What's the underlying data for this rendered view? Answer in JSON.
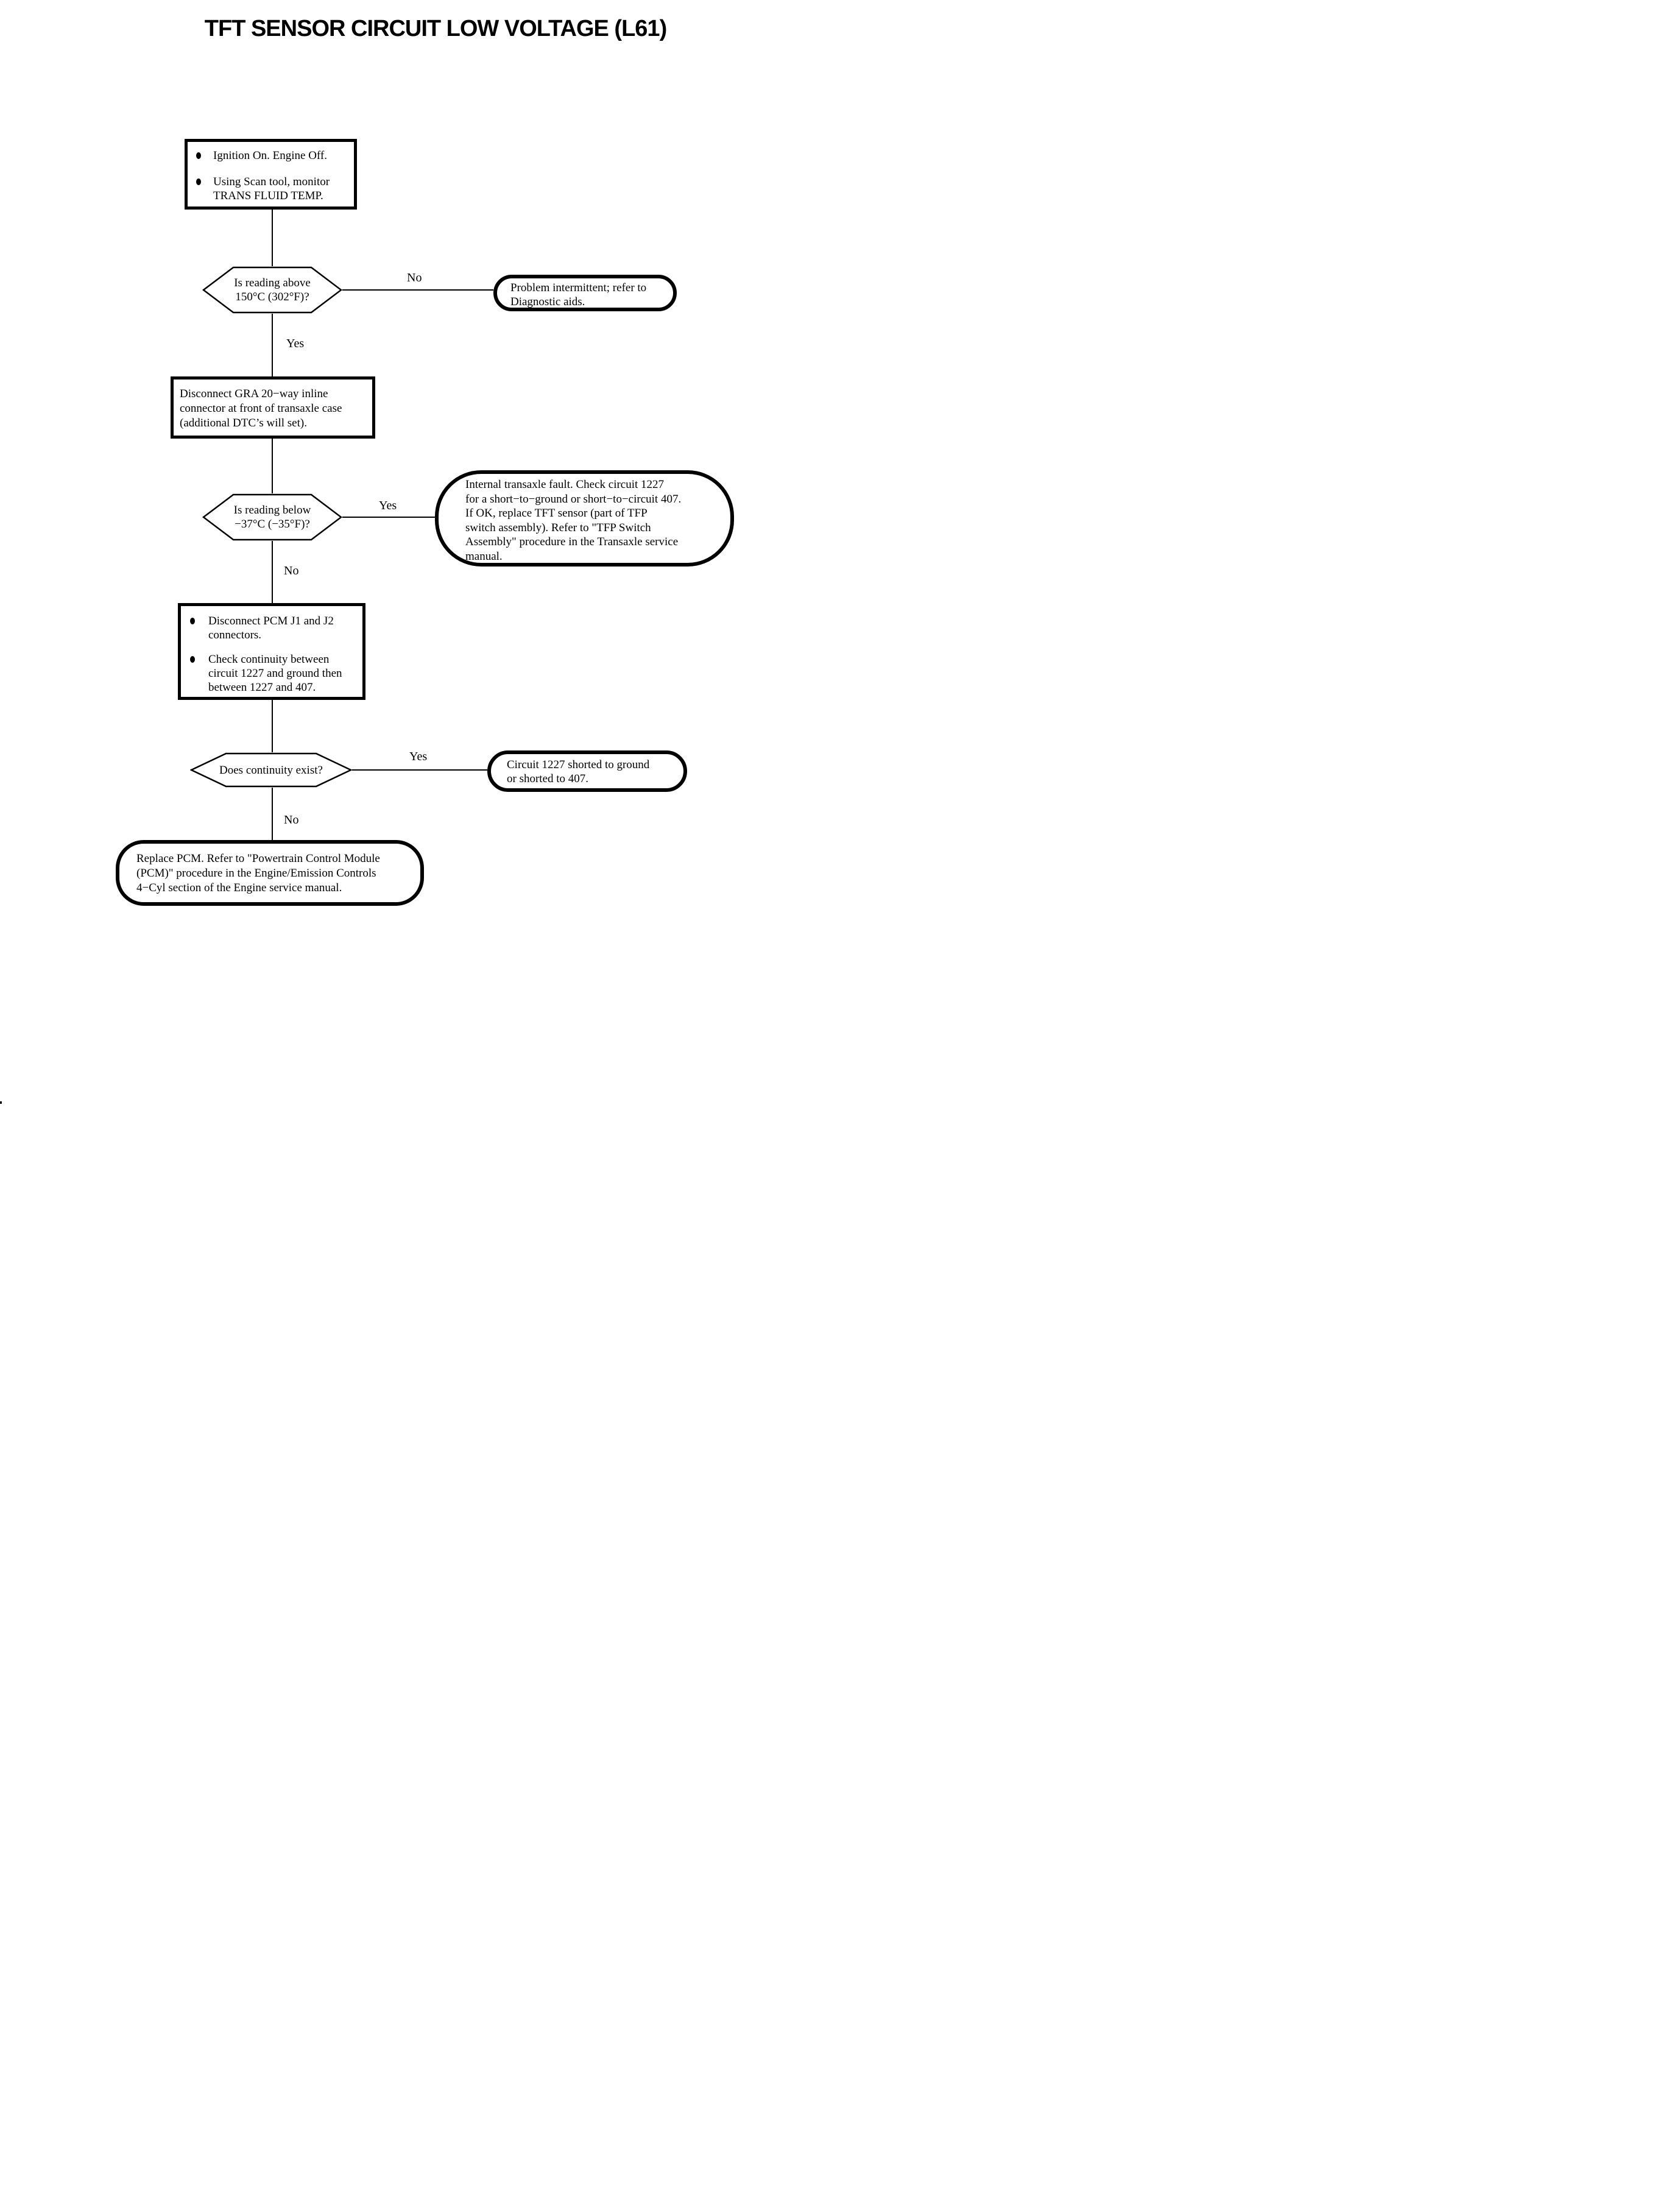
{
  "title": "TFT SENSOR CIRCUIT LOW VOLTAGE (L61)",
  "colors": {
    "ink": "#000000",
    "paper": "#ffffff"
  },
  "start_box": {
    "bullet1_line1": "Ignition On. Engine Off.",
    "bullet2_line1": "Using Scan tool, monitor",
    "bullet2_line2": "TRANS FLUID TEMP."
  },
  "decision1": {
    "line1": "Is reading above",
    "line2": "150°C (302°F)?"
  },
  "result_intermittent": {
    "line1": "Problem intermittent; refer to",
    "line2": "Diagnostic aids."
  },
  "action_disconnect_gra": {
    "line1": "Disconnect GRA 20−way inline",
    "line2": "connector at front of transaxle case",
    "line3": "(additional DTC’s will set)."
  },
  "decision2": {
    "line1": "Is reading below",
    "line2": "−37°C (−35°F)?"
  },
  "result_internal_fault": {
    "line1": "Internal transaxle fault. Check circuit 1227",
    "line2": "for a short−to−ground or short−to−circuit 407.",
    "line3": "If OK, replace TFT sensor (part of TFP",
    "line4": "switch assembly). Refer to \"TFP Switch",
    "line5": "Assembly\" procedure in the Transaxle service",
    "line6": "manual."
  },
  "action_disconnect_pcm": {
    "bullet1_line1": "Disconnect PCM J1 and J2",
    "bullet1_line2": "connectors.",
    "bullet2_line1": "Check continuity between",
    "bullet2_line2": "circuit 1227 and ground then",
    "bullet2_line3": "between 1227 and 407."
  },
  "decision3": {
    "line1": "Does continuity exist?"
  },
  "result_short": {
    "line1": "Circuit 1227 shorted to ground",
    "line2": "or shorted to 407."
  },
  "result_replace_pcm": {
    "line1": "Replace PCM. Refer to \"Powertrain Control Module",
    "line2": "(PCM)\" procedure in the Engine/Emission Controls",
    "line3": "4−Cyl section of the Engine service manual."
  },
  "branches": {
    "no1": "No",
    "yes1": "Yes",
    "yes2": "Yes",
    "no2": "No",
    "yes3": "Yes",
    "no3": "No"
  }
}
